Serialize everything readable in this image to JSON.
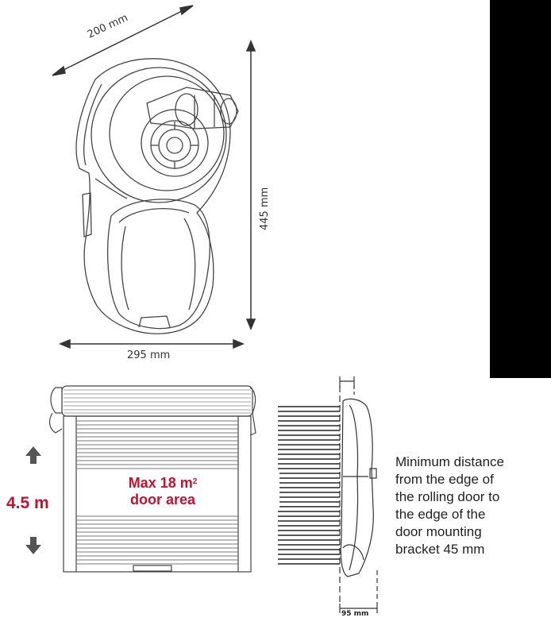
{
  "dimensions": {
    "depth": "200 mm",
    "height": "445 mm",
    "width": "295 mm",
    "clearance": "95 mm"
  },
  "door": {
    "height_label": "4.5 m",
    "area_line1": "Max 18 m",
    "area_sup": "2",
    "area_line2": "door area"
  },
  "note": {
    "lines": [
      "Minimum distance",
      "from the edge of",
      "the rolling door to",
      "the edge of the",
      "door mounting",
      "bracket 45 mm"
    ]
  },
  "colors": {
    "accent": "#c8102e",
    "panel": "#000000"
  }
}
